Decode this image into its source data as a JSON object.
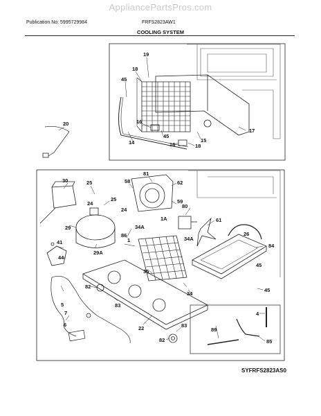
{
  "watermark": "AppliancePartsPros.com",
  "publication": "Publication No: 5995729984",
  "model": "FRFS2823AW1",
  "section_title": "COOLING SYSTEM",
  "diagram_code": "SYFRFS2823AS0",
  "part_labels": [
    "19",
    "18",
    "45",
    "17",
    "16",
    "45",
    "15",
    "14",
    "16",
    "18",
    "20",
    "30",
    "25",
    "24",
    "58",
    "81",
    "62",
    "59",
    "80",
    "29",
    "25",
    "24",
    "86",
    "34A",
    "1A",
    "61",
    "26",
    "84",
    "41",
    "44",
    "29A",
    "1",
    "45",
    "82",
    "83",
    "35",
    "34A",
    "34",
    "45",
    "5",
    "7",
    "6",
    "22",
    "82",
    "83",
    "89",
    "4",
    "85"
  ]
}
